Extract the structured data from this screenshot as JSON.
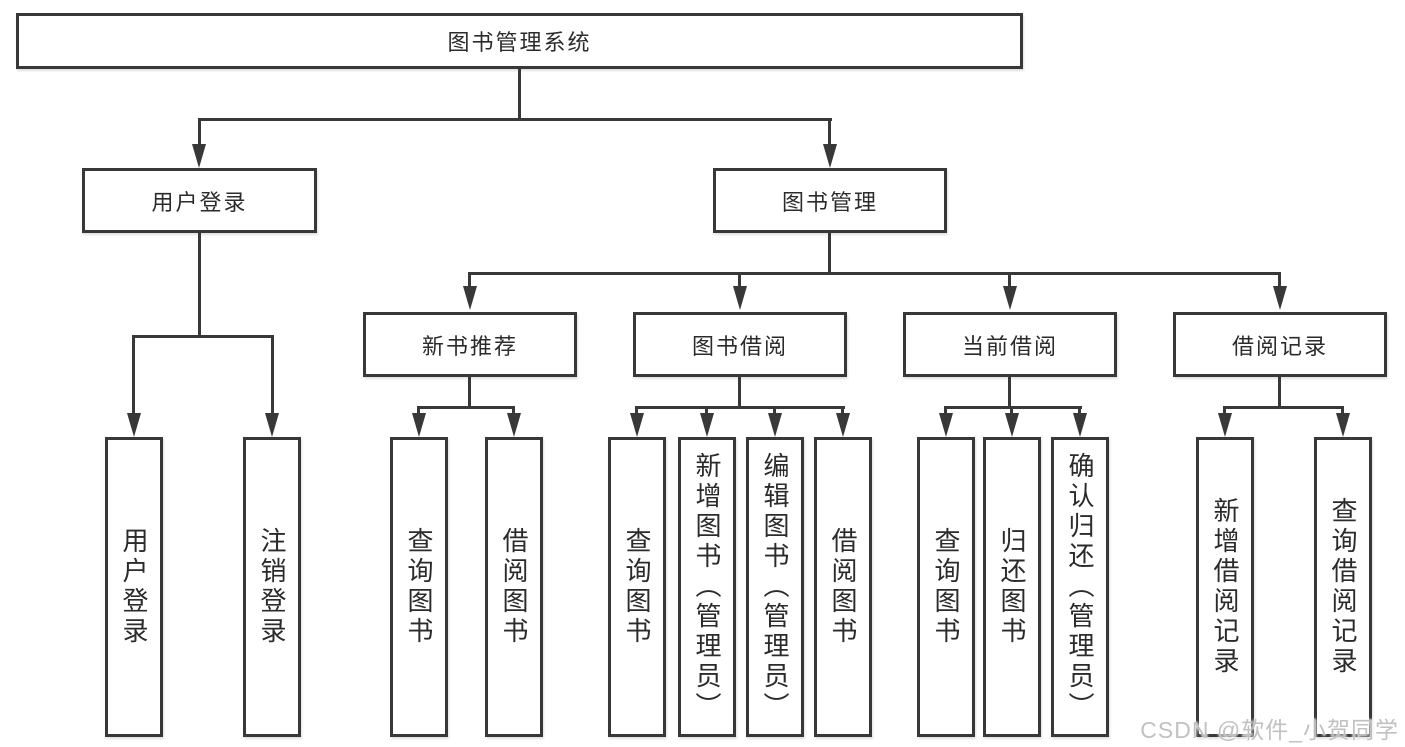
{
  "diagram": {
    "root": {
      "label": "图书管理系统"
    },
    "level2": [
      {
        "label": "用户登录"
      },
      {
        "label": "图书管理"
      }
    ],
    "level3": [
      {
        "label": "新书推荐"
      },
      {
        "label": "图书借阅"
      },
      {
        "label": "当前借阅"
      },
      {
        "label": "借阅记录"
      }
    ],
    "leaves": {
      "user_login": [
        "用户登录",
        "注销登录"
      ],
      "new_book": [
        "查询图书",
        "借阅图书"
      ],
      "book_borrow": [
        "查询图书",
        "新增图书（管理员）",
        "编辑图书（管理员）",
        "借阅图书"
      ],
      "current_borrow": [
        "查询图书",
        "归还图书",
        "确认归还（管理员）"
      ],
      "borrow_records": [
        "新增借阅记录",
        "查询借阅记录"
      ]
    }
  },
  "watermark": {
    "text": "CSDN @软件_小贺同学"
  },
  "colors": {
    "line": "#383838",
    "background": "#ffffff",
    "watermark": "#bebebe"
  }
}
